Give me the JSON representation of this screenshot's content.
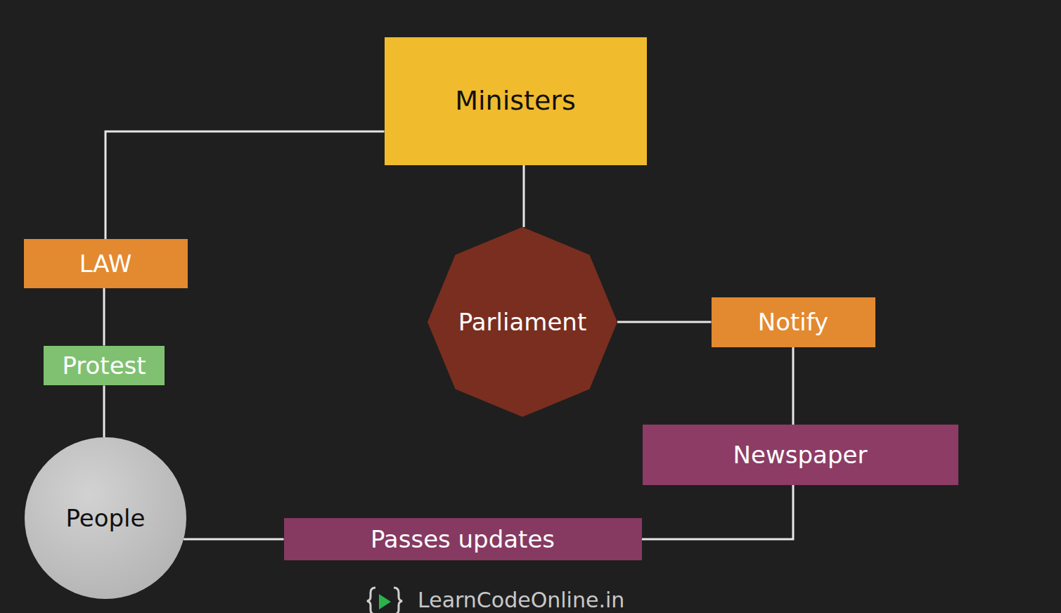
{
  "diagram": {
    "nodes": [
      {
        "text": [
          "Ministers"
        ]
      },
      {
        "text": [
          "LAW"
        ]
      },
      {
        "text": [
          "Parliament"
        ]
      },
      {
        "text": [
          "Notify"
        ]
      },
      {
        "text": [
          "Protest"
        ]
      },
      {
        "text": [
          "Newspaper"
        ]
      },
      {
        "text": [
          "People"
        ]
      },
      {
        "text": [
          "Passes updates"
        ]
      }
    ],
    "edges": [
      {
        "from": 0,
        "to": 2,
        "arrow": "none"
      },
      {
        "from": 2,
        "to": 3,
        "arrow": "none"
      },
      {
        "from": 3,
        "to": 5,
        "arrow": "none"
      },
      {
        "from": 5,
        "to": 7,
        "arrow": "none"
      },
      {
        "from": 7,
        "to": 6,
        "arrow": "none"
      },
      {
        "from": 6,
        "to": 4,
        "arrow": "none"
      },
      {
        "from": 4,
        "to": 1,
        "arrow": "none"
      },
      {
        "from": 1,
        "to": 0,
        "arrow": "none"
      }
    ],
    "labels": [
      "LearnCodeOnline.in"
    ]
  }
}
